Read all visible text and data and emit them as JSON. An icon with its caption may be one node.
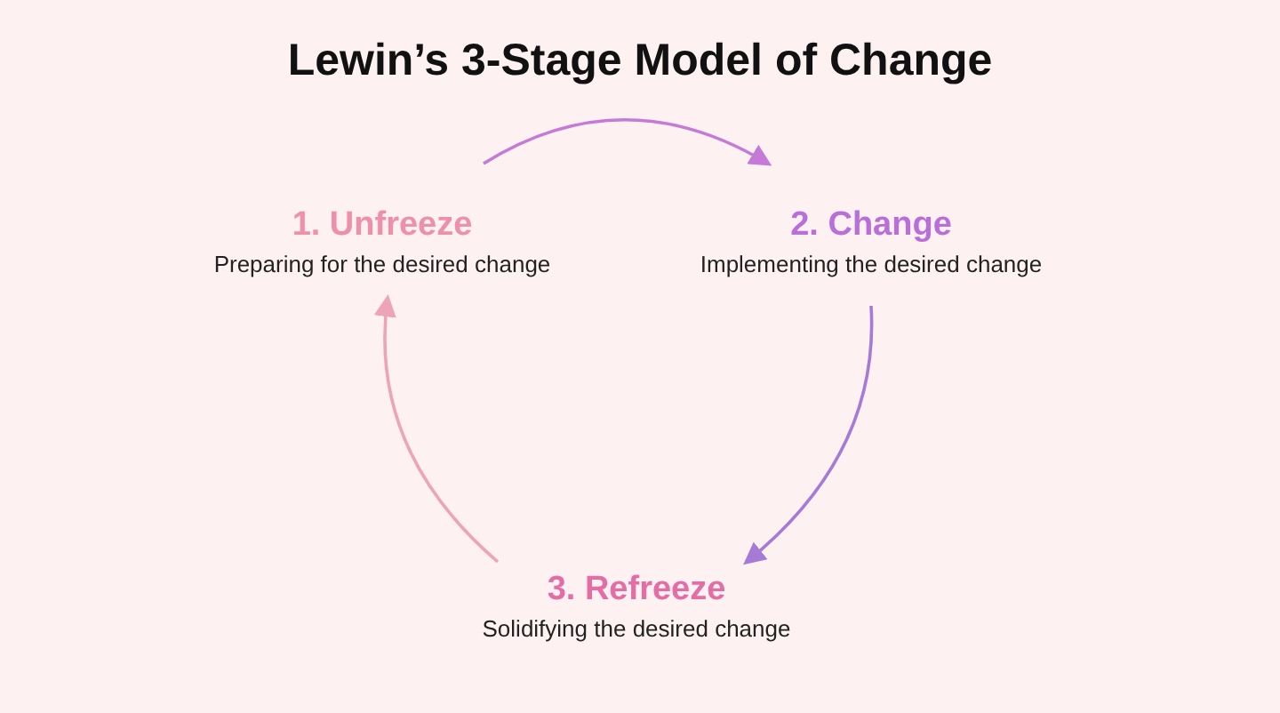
{
  "diagram": {
    "title": "Lewin’s 3-Stage Model of Change",
    "nodes": [
      {
        "text": [
          "1. Unfreeze",
          "Preparing for the desired change"
        ]
      },
      {
        "text": [
          "2. Change",
          "Implementing the desired change"
        ]
      },
      {
        "text": [
          "3. Refreeze",
          "Solidifying the desired change"
        ]
      }
    ],
    "edges": [
      {
        "from": 0,
        "to": 1,
        "arrow": "to",
        "color": "#c47ad6"
      },
      {
        "from": 1,
        "to": 2,
        "arrow": "to",
        "color": "#a67bd6"
      },
      {
        "from": 2,
        "to": 0,
        "arrow": "to",
        "color": "#eda3b9"
      }
    ]
  }
}
